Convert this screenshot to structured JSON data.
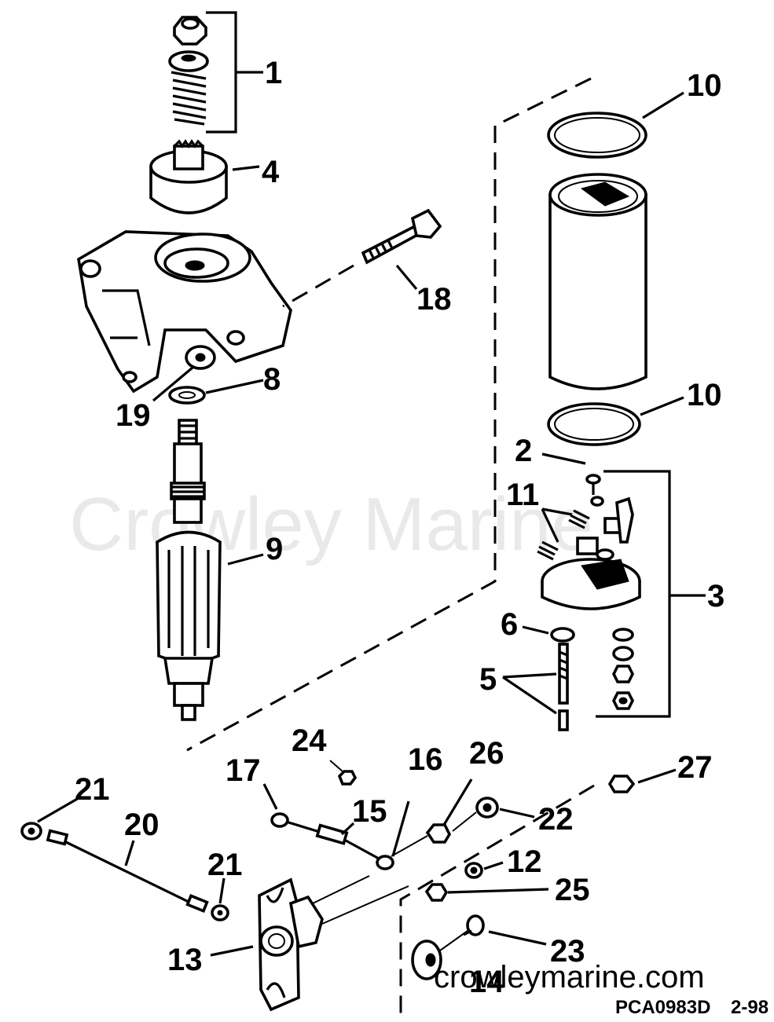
{
  "watermark": "Crowley Marine",
  "footer": {
    "url": "crowleymarine.com",
    "drawing_ref": "PCA0983D",
    "revision": "2-98"
  },
  "callouts": {
    "c1": "1",
    "c2": "2",
    "c3": "3",
    "c4": "4",
    "c5": "5",
    "c6": "6",
    "c8": "8",
    "c9": "9",
    "c10a": "10",
    "c10b": "10",
    "c11": "11",
    "c12": "12",
    "c13": "13",
    "c14": "14",
    "c15": "15",
    "c16": "16",
    "c17": "17",
    "c18": "18",
    "c19": "19",
    "c20": "20",
    "c21a": "21",
    "c21b": "21",
    "c22": "22",
    "c23": "23",
    "c24": "24",
    "c25": "25",
    "c26": "26",
    "c27": "27"
  }
}
